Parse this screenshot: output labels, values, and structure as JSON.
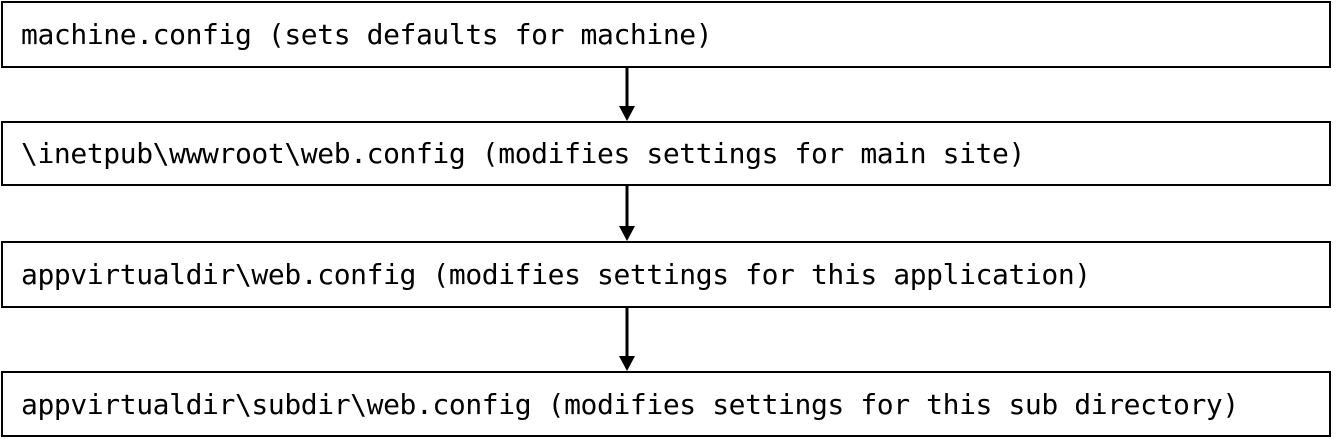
{
  "diagram": {
    "nodes": [
      {
        "label": "machine.config (sets defaults for machine)"
      },
      {
        "label": "\\inetpub\\wwwroot\\web.config (modifies settings for main site)"
      },
      {
        "label": "appvirtualdir\\web.config (modifies settings for this application)"
      },
      {
        "label": "appvirtualdir\\subdir\\web.config (modifies settings for this sub directory)"
      }
    ],
    "edges": [
      {
        "from": 0,
        "to": 1
      },
      {
        "from": 1,
        "to": 2
      },
      {
        "from": 2,
        "to": 3
      }
    ],
    "colors": {
      "stroke": "#000000",
      "background": "#ffffff",
      "text": "#000000"
    }
  }
}
